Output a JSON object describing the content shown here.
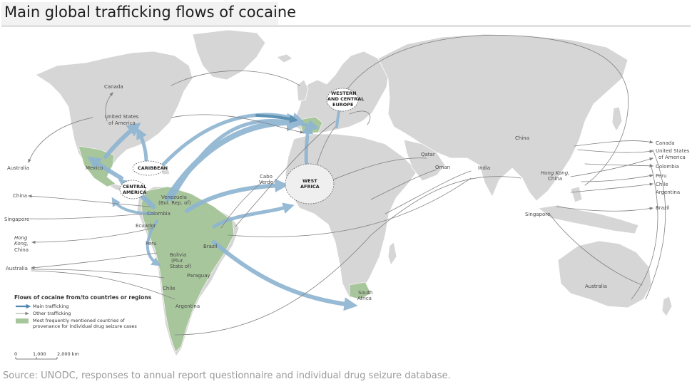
{
  "title": "Main global trafficking flows of cocaine",
  "source": "Source: UNODC, responses to annual report questionnaire and individual drug seizure database.",
  "labels": {
    "canada_na": "Canada",
    "usa_na_1": "United States",
    "usa_na_2": "of America",
    "mexico": "Mexico",
    "caribbean": "CARIBBEAN",
    "central_america_1": "CENTRAL",
    "central_america_2": "AMERICA",
    "venezuela_1": "Venezuela",
    "venezuela_2": "(Bol. Rep. of)",
    "colombia": "Colombia",
    "ecuador": "Ecuador",
    "peru": "Peru",
    "brazil": "Brazil",
    "bolivia_1": "Bolivia",
    "bolivia_2": "(Plur.",
    "bolivia_3": "State of)",
    "paraguay": "Paraguay",
    "chile": "Chile",
    "argentina": "Argentina",
    "cabo_verde_1": "Cabo",
    "cabo_verde_2": "Verde",
    "west_africa_1": "WEST",
    "west_africa_2": "AFRICA",
    "wce_1": "WESTERN",
    "wce_2": "AND CENTRAL",
    "wce_3": "EUROPE",
    "qatar": "Qatar",
    "oman": "Oman",
    "india": "India",
    "china_asia": "China",
    "hongkong_asia_1": "Hong Kong,",
    "hongkong_asia_2": "China",
    "singapore_asia": "Singapore",
    "south_africa_1": "South",
    "south_africa_2": "Africa",
    "australia_oceania": "Australia",
    "left_australia_top": "Australia",
    "left_china": "China",
    "left_singapore": "Singapore",
    "left_hongkong_1": "Hong",
    "left_hongkong_2": "Kong,",
    "left_hongkong_3": "China",
    "left_australia_bottom": "Australia",
    "right_canada": "Canada",
    "right_usa_1": "United States",
    "right_usa_2": "of America",
    "right_colombia": "Colombia",
    "right_peru": "Peru",
    "right_chile": "Chile",
    "right_argentina": "Argentina",
    "right_brazil": "Brazil"
  },
  "legend": {
    "title": "Flows of cocaine from/to countries or regions",
    "main": "Main trafficking",
    "other": "Other trafficking",
    "provenance_1": "Most frequently mentioned countries of",
    "provenance_2": "provenance for individual drug seizure cases"
  },
  "scale": {
    "t0": "0",
    "t1": "1,000",
    "t2": "2,000 km"
  },
  "colors": {
    "land": "#d6d6d6",
    "provenance": "#a8c69c",
    "main_flow": "#8fb5d2",
    "main_flow_dark": "#4f88ad",
    "other_flow": "#808080",
    "title_bg": "#f2f2f2"
  }
}
